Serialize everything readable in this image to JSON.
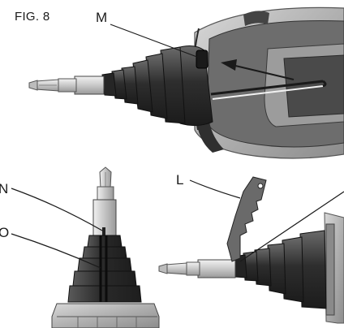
{
  "figure": {
    "label": "FIG. 8"
  },
  "callouts": {
    "m": "M",
    "n": "N",
    "o": "O",
    "l": "L"
  },
  "colors": {
    "body_dark": "#3a3a3a",
    "body_mid": "#5c5c5c",
    "body_light": "#8a8a8a",
    "metal": "#d4d4d4",
    "line": "#1a1a1a",
    "housing": "#b8b8b8"
  }
}
